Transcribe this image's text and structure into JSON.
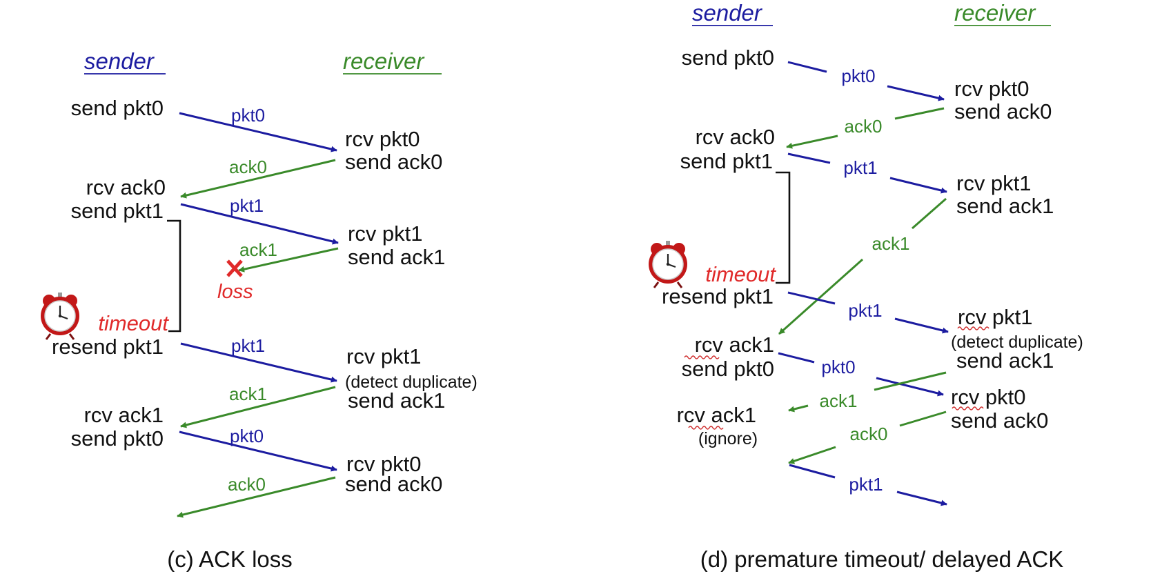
{
  "colors": {
    "sender": "#1c1ca0",
    "receiver": "#3a8a2a",
    "pkt": "#1c1ca0",
    "ack": "#3a8a2a",
    "alert": "#e02a2a",
    "text": "#111111",
    "timer_bracket": "#111111"
  },
  "icons": [
    "alarm-clock-icon",
    "loss-x-icon"
  ],
  "panel_c": {
    "caption": "(c) ACK loss",
    "sender_heading": "sender",
    "receiver_heading": "receiver",
    "sender_events": [
      "send pkt0",
      "rcv ack0",
      "send pkt1",
      "timeout",
      "resend pkt1",
      "rcv ack1",
      "send pkt0"
    ],
    "receiver_events": [
      "rcv pkt0",
      "send ack0",
      "rcv pkt1",
      "send ack1",
      "rcv pkt1",
      "(detect duplicate)",
      "send ack1",
      "rcv pkt0",
      "send ack0"
    ],
    "messages": [
      "pkt0",
      "ack0",
      "pkt1",
      "ack1",
      "pkt1",
      "ack1",
      "pkt0",
      "ack0"
    ],
    "loss_label": "loss"
  },
  "panel_d": {
    "caption": "(d) premature timeout/ delayed ACK",
    "sender_heading": "sender",
    "receiver_heading": "receiver",
    "sender_events": [
      "send pkt0",
      "rcv ack0",
      "send pkt1",
      "timeout",
      "resend pkt1",
      "rcv ack1",
      "send pkt0",
      "rcv ack1",
      "(ignore)"
    ],
    "receiver_events": [
      "rcv pkt0",
      "send ack0",
      "rcv pkt1",
      "send ack1",
      "rcv pkt1",
      "(detect duplicate)",
      "send ack1",
      "rcv pkt0",
      "send ack0"
    ],
    "messages": [
      "pkt0",
      "ack0",
      "pkt1",
      "ack1",
      "pkt1",
      "pkt0",
      "ack1",
      "ack0",
      "pkt1"
    ]
  }
}
